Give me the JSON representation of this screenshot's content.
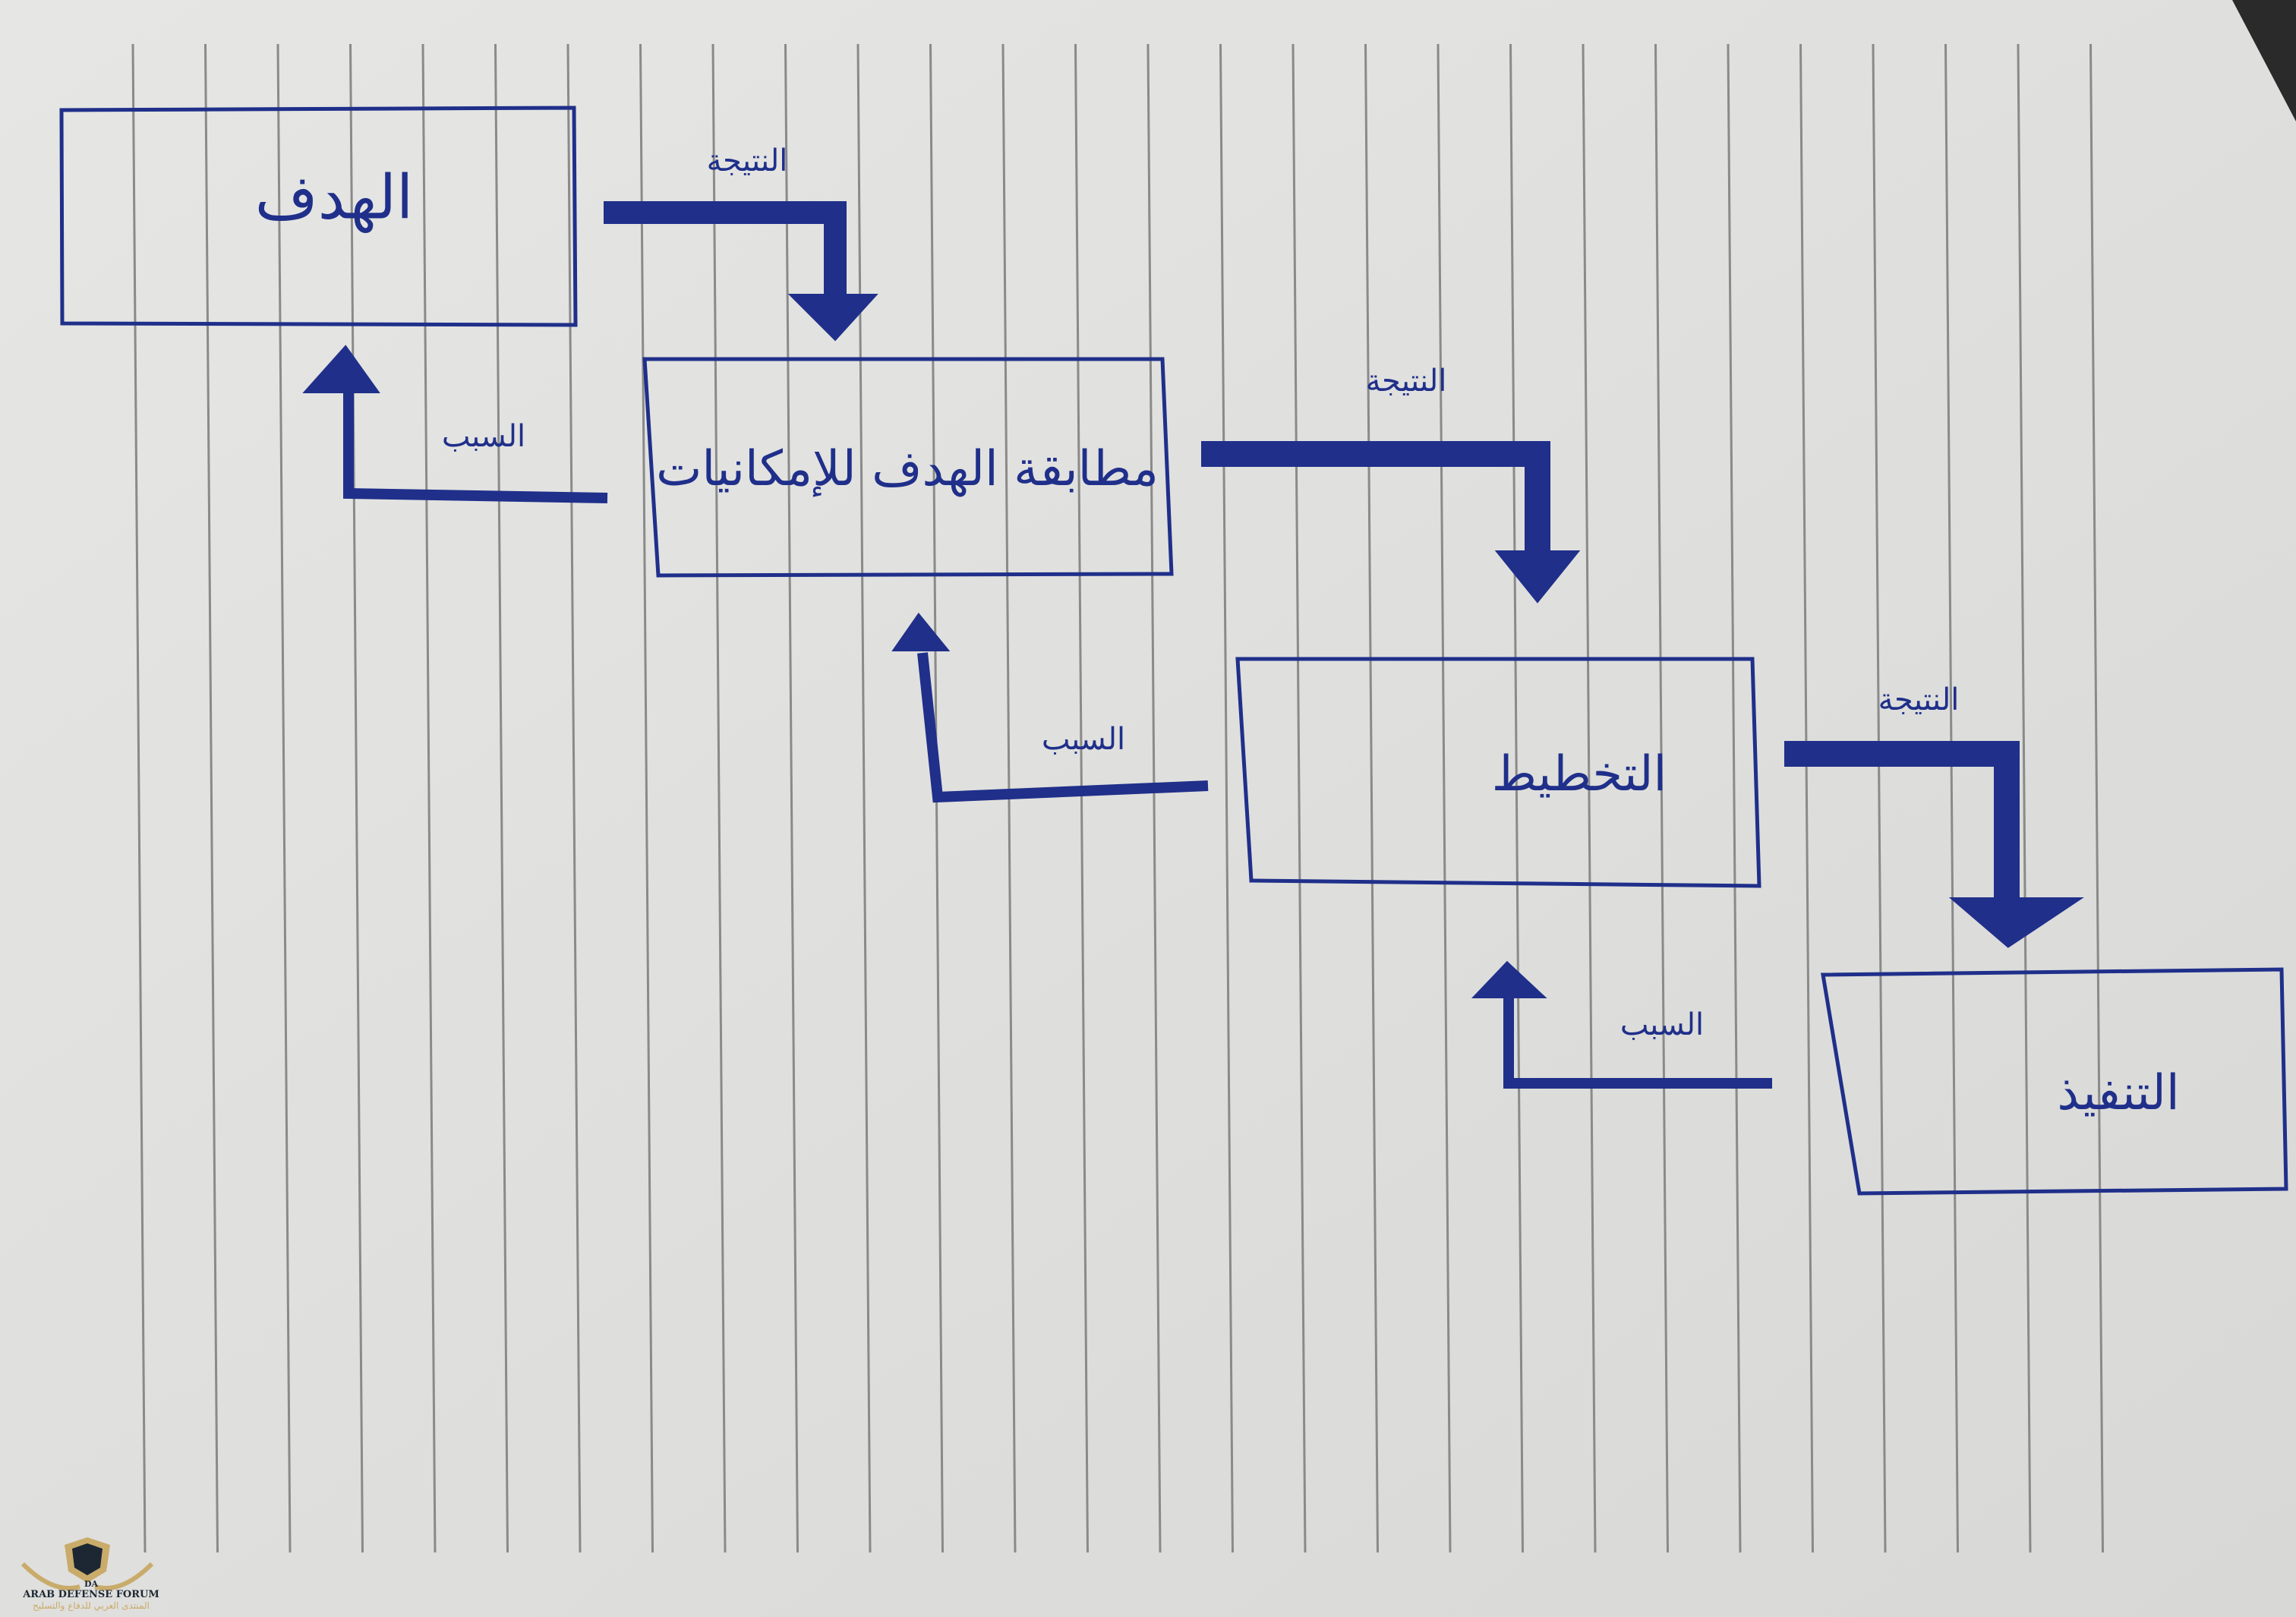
{
  "boxes": [
    {
      "label": "الهدف"
    },
    {
      "label": "مطابقة الهدف للإمكانيات"
    },
    {
      "label": "التخطيط"
    },
    {
      "label": "التنفيذ"
    }
  ],
  "result_label": "النتيجة",
  "cause_label": "السبب",
  "watermark": {
    "initials": "DA",
    "name_en": "ARAB DEFENSE FORUM",
    "name_ar": "المنتدى العربي للدفاع والتسليح"
  },
  "colors": {
    "ink": "#1f2f8a",
    "paper": "#e4e4e2",
    "rule": "#8a8a8a"
  }
}
